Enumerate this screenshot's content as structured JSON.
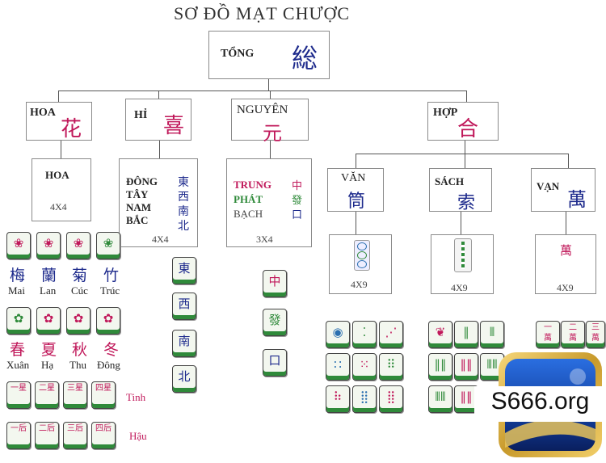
{
  "title": "SƠ ĐỒ MẠT CHƯỢC",
  "root": {
    "label": "TỔNG",
    "han": "総"
  },
  "categories": {
    "hoa": {
      "label": "HOA",
      "han": "花",
      "sub_label": "HOA",
      "count": "4X4"
    },
    "hi": {
      "label": "HỈ",
      "han": "喜",
      "winds_vi": [
        "ĐÔNG",
        "TÂY",
        "NAM",
        "BẮC"
      ],
      "winds_han": [
        "東",
        "西",
        "南",
        "北"
      ],
      "count": "4X4"
    },
    "nguyen": {
      "label": "NGUYÊN",
      "han": "元",
      "dragons_vi": [
        "TRUNG",
        "PHÁT",
        "BẠCH"
      ],
      "dragons_han": [
        "中",
        "發",
        "口"
      ],
      "count": "3X4"
    },
    "hop": {
      "label": "HỢP",
      "han": "合"
    }
  },
  "suits": [
    {
      "label": "VĂN",
      "han": "筒",
      "count": "4X9"
    },
    {
      "label": "SÁCH",
      "han": "索",
      "count": "4X9"
    },
    {
      "label": "VẠN",
      "han": "萬",
      "sample_han": "萬",
      "count": "4X9"
    }
  ],
  "flowers": {
    "han": [
      "梅",
      "蘭",
      "菊",
      "竹"
    ],
    "vi": [
      "Mai",
      "Lan",
      "Cúc",
      "Trúc"
    ]
  },
  "seasons": {
    "han": [
      "春",
      "夏",
      "秋",
      "冬"
    ],
    "vi": [
      "Xuân",
      "Hạ",
      "Thu",
      "Đông"
    ]
  },
  "stars_label": "Tinh",
  "after_label": "Hậu",
  "stars_tiles": [
    "一星",
    "二星",
    "三星",
    "四星"
  ],
  "after_tiles": [
    "一后",
    "二后",
    "三后",
    "四后"
  ],
  "wind_tiles": [
    "東",
    "西",
    "南",
    "北"
  ],
  "dragon_tiles": [
    "中",
    "發",
    "口"
  ],
  "logo_text": "S666.org",
  "colors": {
    "red": "#c0185a",
    "blue": "#1d2a8c",
    "green": "#2f8a3a",
    "dark": "#222222"
  }
}
